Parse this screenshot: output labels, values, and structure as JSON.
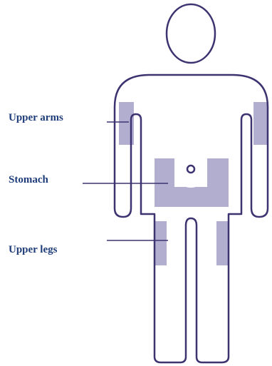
{
  "colors": {
    "outline": "#3d3370",
    "region_fill": "#b2aed0",
    "label_text": "#1f3d7a",
    "background": "#ffffff"
  },
  "labels": {
    "upper_arms": "Upper arms",
    "stomach": "Stomach",
    "upper_legs": "Upper legs"
  },
  "regions": [
    "upper-arms",
    "stomach",
    "upper-legs"
  ]
}
